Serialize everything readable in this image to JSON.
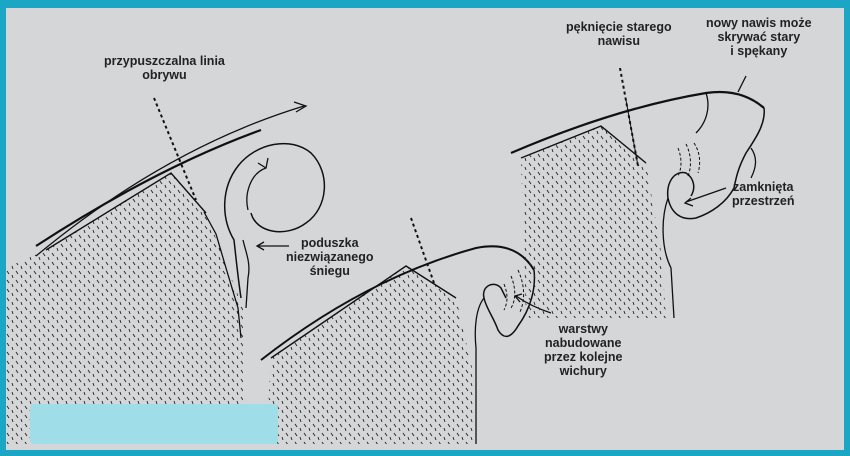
{
  "labels": {
    "fracture_line": [
      "przypuszczalna linia",
      "obrywu"
    ],
    "unbound_snow": [
      "poduszka",
      "niezwiązanego",
      "śniegu"
    ],
    "wind_layers": [
      "warstwy",
      "nabudowane",
      "przez kolejne",
      "wichury"
    ],
    "old_cornice_crack": [
      "pęknięcie starego",
      "nawisu"
    ],
    "new_cornice": [
      "nowy nawis może",
      "skrywać stary",
      "i spękany"
    ],
    "closed_space": [
      "zamknięta",
      "przestrzeń"
    ]
  },
  "colors": {
    "frame": "#1aa6c4",
    "paper": "#d4d6d8",
    "ink": "#111111",
    "patch": "#9fdde8"
  }
}
